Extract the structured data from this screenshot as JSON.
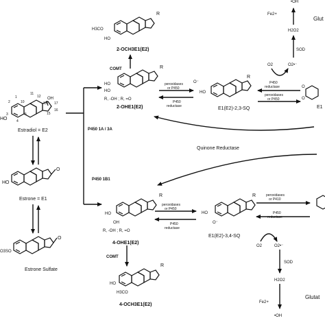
{
  "labels": {
    "estradiol": "Estradiol = E2",
    "estrone": "Estrone = E1",
    "estrone_sulfate": "Estrone Sulfate",
    "methoxy2": "2-OCH3E1(E2)",
    "ohe2": "2-OHE1(E2)",
    "sq23": "E1(E2)-2,3-SQ",
    "q23": "E1",
    "ohe4": "4-OHE1(E2)",
    "sq34": "E1(E2)-3,4-SQ",
    "methoxy4": "4-OCH3E1(E2)",
    "glutathione_top": "Glut",
    "glutathione_bottom": "Glutat",
    "h3co": "H3CO",
    "o3so": "O3SO",
    "ho": "HO",
    "oh": "OH",
    "o": "O",
    "o_minus": "O⁻",
    "r": "R",
    "num1": "1",
    "num2": "2",
    "num3": "3",
    "num4": "4",
    "num5": "5",
    "num10": "10",
    "num11": "11",
    "num12": "12",
    "num13": "13",
    "num15": "15",
    "num16": "16",
    "num17": "17"
  },
  "arrows": {
    "comt": "COMT",
    "p450_1a_3a": "P450 1A / 3A",
    "p450_1b1": "P450 1B1",
    "quinone_reductase": "Quinone Reductase",
    "peroxidases_top": "peroxidases",
    "or_p450_top": "or P450",
    "p450_top": "P450",
    "reductase_top": "reductase",
    "peroxidases_top2": "peroxidases",
    "or_p450_top2": "or P450",
    "p450_upper_left": "P450",
    "reductase_upper_left": "reductase",
    "r_oh_o_upper": "R, -OH ; R, =O",
    "peroxidases_low": "peroxidases",
    "or_p450_low": "or P450",
    "p450_low": "P450",
    "reductase_low": "reductase",
    "peroxidases_low2": "peroxidases",
    "or_p410_low2": "or P410",
    "p450_low2": "P450",
    "reductase_low2": "reductase",
    "r_oh_o_lower": "R, -OH ; R, =O"
  },
  "redox": {
    "o2_top": "O2",
    "superoxide_top": "O2•⁻",
    "sod_top": "SOD",
    "h2o2_top": "H2O2",
    "fe2_top": "Fe2+",
    "oh_top": "•OH",
    "o2_bottom": "O2",
    "superoxide_bottom": "O2•⁻",
    "sod_bottom": "SOD",
    "h2o2_bottom": "H2O2",
    "fe2_bottom": "Fe2+",
    "oh_bottom": "•OH"
  }
}
